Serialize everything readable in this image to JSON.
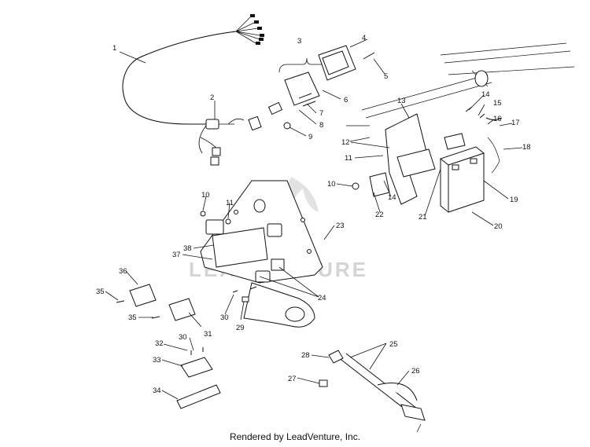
{
  "footer": "Rendered by LeadVenture, Inc.",
  "watermark": "LEADVENTURE",
  "callouts": [
    "1",
    "2",
    "3",
    "4",
    "5",
    "6",
    "7",
    "8",
    "9",
    "10",
    "11",
    "12",
    "13",
    "14",
    "14",
    "15",
    "16",
    "17",
    "18",
    "19",
    "20",
    "21",
    "22",
    "23",
    "24",
    "25",
    "26",
    "27",
    "28",
    "29",
    "30",
    "30",
    "31",
    "32",
    "33",
    "34",
    "35",
    "35",
    "36",
    "37",
    "38",
    "10"
  ]
}
